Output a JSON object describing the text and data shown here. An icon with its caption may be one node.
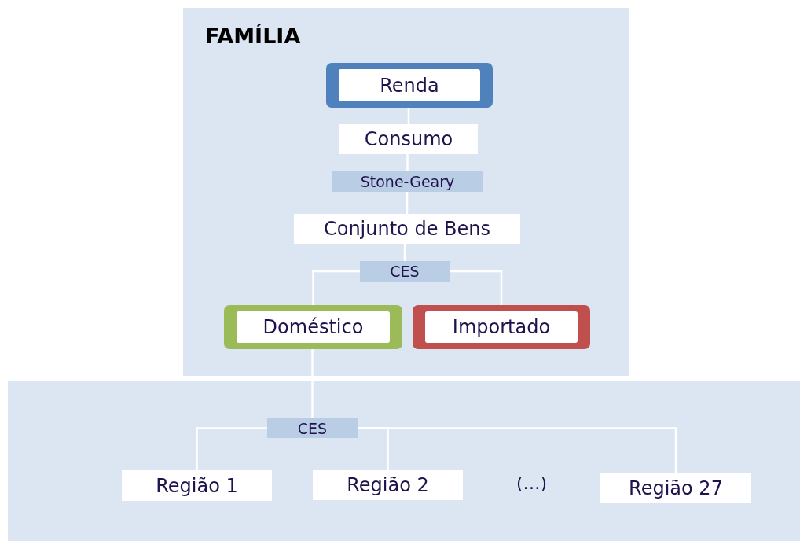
{
  "diagram": {
    "nodes": [
      {
        "text": [
          "FAMÍLIA"
        ]
      },
      {
        "text": [
          "Renda"
        ],
        "in": 0
      },
      {
        "text": [
          "Consumo"
        ],
        "in": 0
      },
      {
        "text": [
          "Stone-Geary"
        ],
        "in": 0
      },
      {
        "text": [
          "Conjunto de Bens"
        ],
        "in": 0
      },
      {
        "text": [
          "CES"
        ],
        "in": 0
      },
      {
        "text": [
          "Doméstico"
        ],
        "in": 0
      },
      {
        "text": [
          "Importado"
        ],
        "in": 0
      },
      {
        "text": [],
        "shape": "box"
      },
      {
        "text": [
          "CES"
        ],
        "in": 8
      },
      {
        "text": [
          "Região 1"
        ],
        "in": 8
      },
      {
        "text": [
          "Região 2"
        ],
        "in": 8
      },
      {
        "text": [
          "Região 27"
        ],
        "in": 8
      }
    ],
    "edges": [
      {
        "from": 1,
        "to": 2,
        "arrow": "none"
      },
      {
        "from": 2,
        "to": 3,
        "arrow": "none"
      },
      {
        "from": 3,
        "to": 4,
        "arrow": "none"
      },
      {
        "from": 4,
        "to": 5,
        "arrow": "none"
      },
      {
        "from": 5,
        "to": 6,
        "arrow": "none"
      },
      {
        "from": 5,
        "to": 7,
        "arrow": "none"
      },
      {
        "from": 6,
        "to": 9,
        "arrow": "none"
      },
      {
        "from": 9,
        "to": 10,
        "arrow": "none"
      },
      {
        "from": 9,
        "to": 11,
        "arrow": "none"
      },
      {
        "from": 9,
        "to": 12,
        "arrow": "none"
      }
    ],
    "labels": [
      "(…)"
    ]
  }
}
